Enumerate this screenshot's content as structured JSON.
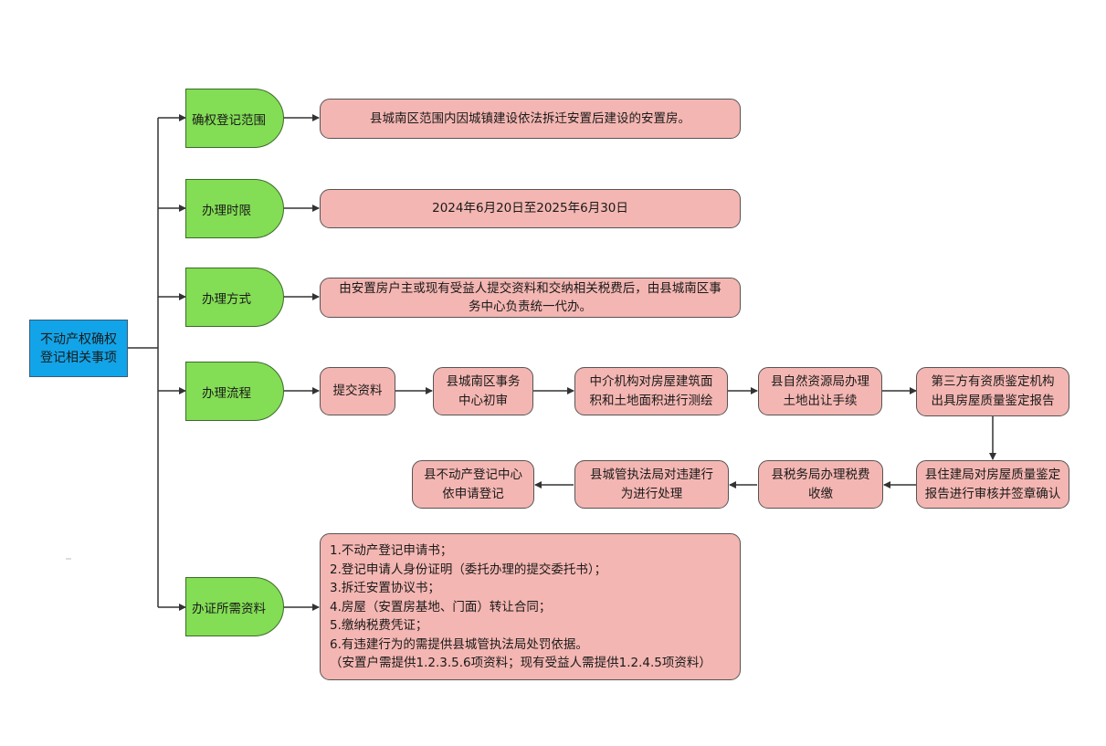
{
  "root": {
    "label": "不动产权确权\n登记相关事项"
  },
  "categories": [
    {
      "label": "确权登记范围"
    },
    {
      "label": "办理时限"
    },
    {
      "label": "办理方式"
    },
    {
      "label": "办理流程"
    },
    {
      "label": "办证所需资料"
    }
  ],
  "scope": {
    "text": "县城南区范围内因城镇建设依法拆迁安置后建设的安置房。"
  },
  "deadline": {
    "text": "2024年6月20日至2025年6月30日"
  },
  "method": {
    "text": "由安置房户主或现有受益人提交资料和交纳相关税费后，由县城南区事\n务中心负责统一代办。"
  },
  "process": {
    "steps": [
      {
        "label": "提交资料"
      },
      {
        "label": "县城南区事务\n中心初审"
      },
      {
        "label": "中介机构对房屋建筑面\n积和土地面积进行测绘"
      },
      {
        "label": "县自然资源局办理\n土地出让手续"
      },
      {
        "label": "第三方有资质鉴定机构\n出具房屋质量鉴定报告"
      },
      {
        "label": "县住建局对房屋质量鉴定\n报告进行审核并签章确认"
      },
      {
        "label": "县税务局办理税费\n收缴"
      },
      {
        "label": "县城管执法局对违建行\n为进行处理"
      },
      {
        "label": "县不动产登记中心\n依申请登记"
      }
    ]
  },
  "materials": {
    "items": [
      "1.不动产登记申请书；",
      "2.登记申请人身份证明（委托办理的提交委托书）；",
      "3.拆迁安置协议书；",
      "4.房屋（安置房基地、门面）转让合同；",
      "5.缴纳税费凭证；",
      "6.有违建行为的需提供县城管执法局处罚依据。",
      "（安置户需提供1.2.3.5.6项资料；现有受益人需提供1.2.4.5项资料）"
    ]
  },
  "colors": {
    "root_fill": "#12a4e8",
    "category_fill": "#83dd55",
    "box_fill": "#f4b6b2",
    "connector": "#333333"
  }
}
